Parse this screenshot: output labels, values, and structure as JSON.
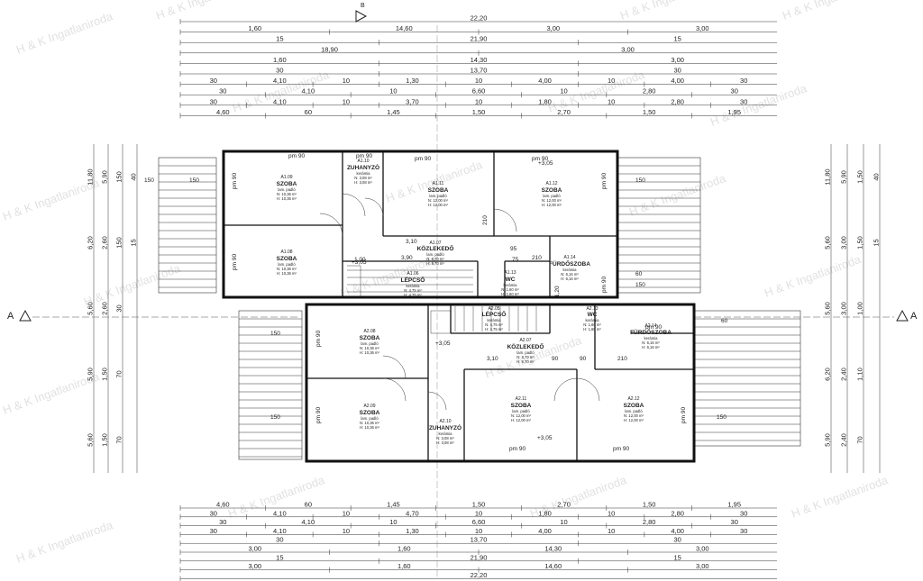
{
  "watermark": "H & K Ingatlaniroda",
  "section_marker_a": "A",
  "section_marker_b": "B",
  "top_dim_rows": [
    [
      "22,20"
    ],
    [
      "1,60",
      "14,60",
      "3,00",
      "3,00"
    ],
    [
      "15",
      "21,90",
      "15"
    ],
    [
      "18,90",
      "3,00"
    ],
    [
      "1,60",
      "14,30",
      "3,00"
    ],
    [
      "30",
      "13,70",
      "30"
    ],
    [
      "30",
      "4,10",
      "10",
      "1,30",
      "10",
      "4,00",
      "10",
      "4,00",
      "30"
    ],
    [
      "30",
      "4,10",
      "10",
      "6,60",
      "10",
      "2,80",
      "30"
    ],
    [
      "30",
      "4,10",
      "10",
      "3,70",
      "10",
      "1,80",
      "10",
      "2,80",
      "30"
    ],
    [
      "4,60",
      "60",
      "1,45",
      "1,50",
      "2,70",
      "1,50",
      "1,95"
    ]
  ],
  "bottom_dim_rows": [
    [
      "4,60",
      "60",
      "1,45",
      "1,50",
      "2,70",
      "1,50",
      "1,95"
    ],
    [
      "30",
      "4,10",
      "10",
      "4,70",
      "10",
      "1,80",
      "10",
      "2,80",
      "30"
    ],
    [
      "30",
      "4,10",
      "10",
      "6,60",
      "10",
      "2,80",
      "30"
    ],
    [
      "30",
      "4,10",
      "10",
      "1,30",
      "10",
      "4,00",
      "10",
      "4,00",
      "30"
    ],
    [
      "30",
      "13,70",
      "30"
    ],
    [
      "3,00",
      "1,60",
      "14,30",
      "3,00"
    ],
    [
      "15",
      "21,90",
      "15"
    ],
    [
      "3,00",
      "1,60",
      "14,60",
      "3,00"
    ],
    [
      "22,20"
    ]
  ],
  "left_dims": [
    "11,80",
    "6,20",
    "5,60",
    "5,90",
    "5,60",
    "5,90",
    "2,60",
    "2,60",
    "1,50",
    "1,50",
    "150",
    "150",
    "30",
    "70",
    "70",
    "40",
    "15"
  ],
  "right_dims": [
    "11,80",
    "5,60",
    "5,60",
    "6,20",
    "5,90",
    "5,90",
    "3,00",
    "3,00",
    "2,40",
    "2,40",
    "1,50",
    "1,50",
    "1,00",
    "1,10",
    "70",
    "40",
    "15"
  ],
  "rooms_upper": [
    {
      "id": "A1.09",
      "name": "SZOBA",
      "floor": "lam. padló",
      "area": "N: 10,36 m²",
      "h": "H: 10,36 m²"
    },
    {
      "id": "A1.10",
      "name": "ZUHANYZÓ",
      "floor": "kerámia",
      "area": "N: 3,08 m²",
      "h": "H: 3,08 m²"
    },
    {
      "id": "A1.11",
      "name": "SZOBA",
      "floor": "lam. padló",
      "area": "N: 12,00 m²",
      "h": "H: 12,00 m²"
    },
    {
      "id": "A1.12",
      "name": "SZOBA",
      "floor": "lam. padló",
      "area": "N: 12,00 m²",
      "h": "H: 12,00 m²"
    },
    {
      "id": "A1.08",
      "name": "SZOBA",
      "floor": "lam. padló",
      "area": "N: 10,36 m²",
      "h": "H: 10,36 m²"
    },
    {
      "id": "A1.07",
      "name": "KÖZLEKEDŐ",
      "floor": "lam. padló",
      "area": "N: 8,70 m²",
      "h": "H: 8,70 m²"
    },
    {
      "id": "A1.14",
      "name": "FÜRDŐSZOBA",
      "floor": "kerámia",
      "area": "N: 6,16 m²",
      "h": "H: 6,16 m²"
    },
    {
      "id": "A1.06",
      "name": "LÉPCSŐ",
      "floor": "kerámia",
      "area": "N: 4,75 m²",
      "h": "H: 4,75 m²"
    },
    {
      "id": "A1.13",
      "name": "WC",
      "floor": "kerámia",
      "area": "N: 1,60 m²",
      "h": "H: 1,60 m²"
    }
  ],
  "rooms_lower": [
    {
      "id": "A2.05",
      "name": "LÉPCSŐ",
      "floor": "kerámia",
      "area": "N: 4,75 m²",
      "h": "H: 4,75 m²"
    },
    {
      "id": "A2.13",
      "name": "WC",
      "floor": "kerámia",
      "area": "N: 1,60 m²",
      "h": "H: 1,60 m²"
    },
    {
      "id": "A2.08",
      "name": "SZOBA",
      "floor": "lam. padló",
      "area": "N: 10,36 m²",
      "h": "H: 10,36 m²"
    },
    {
      "id": "A2.07",
      "name": "KÖZLEKEDŐ",
      "floor": "lam. padló",
      "area": "N: 8,70 m²",
      "h": "H: 8,70 m²"
    },
    {
      "id": "A2.14",
      "name": "FÜRDŐSZOBA",
      "floor": "kerámia",
      "area": "N: 6,16 m²",
      "h": "H: 6,16 m²"
    },
    {
      "id": "A2.09",
      "name": "SZOBA",
      "floor": "lam. padló",
      "area": "N: 10,36 m²",
      "h": "H: 10,36 m²"
    },
    {
      "id": "A2.10",
      "name": "ZUHANYZÓ",
      "floor": "kerámia",
      "area": "N: 3,08 m²",
      "h": "H: 3,08 m²"
    },
    {
      "id": "A2.11",
      "name": "SZOBA",
      "floor": "lam. padló",
      "area": "N: 12,00 m²",
      "h": "H: 12,00 m²"
    },
    {
      "id": "A2.12",
      "name": "SZOBA",
      "floor": "lam. padló",
      "area": "N: 12,00 m²",
      "h": "H: 12,00 m²"
    }
  ],
  "labels": {
    "pm90": "pm 90",
    "level": "+3,05",
    "door_210": "210",
    "door_90": "90",
    "d_150": "150",
    "d_60": "60",
    "d_75": "75",
    "d_95": "95",
    "d_310": "3,10",
    "d_390": "3,90",
    "d_100": "1,00",
    "d_120": "1,20"
  }
}
